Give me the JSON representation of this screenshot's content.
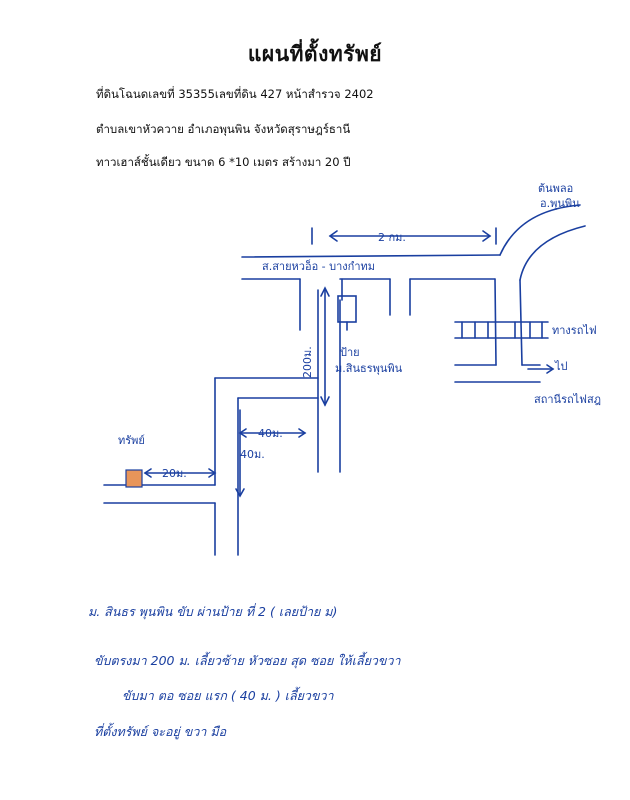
{
  "document": {
    "title": "แผนที่ตั้งทรัพย์",
    "info_lines": [
      "ที่ดินโฉนดเลขที่  35355เลขที่ดิน  427  หน้าสำรวจ  2402",
      "ตำบลเขาหัวควาย  อำเภอพุนพิน   จังหวัดสุราษฎร์ธานี",
      "ทาวเฮาส์ชั้นเดียว ขนาด  6  *10 เมตร  สร้างมา 20 ปี"
    ]
  },
  "map": {
    "labels": {
      "top_right": "ต้นพลอ",
      "top_right_2": "อ.พุนพิน",
      "distance_top": "2 กม.",
      "main_road": "ส.สายหวอ็อ - บางกำทม",
      "distance_vertical": "200ม.",
      "sign": "ป้าย",
      "sign_name": "ม.สินธรพุนพิน",
      "railway": "ทางรถไฟ",
      "direction": "ไป",
      "station": "สถานีรถไฟสฎ",
      "distance_40_h": "40ม.",
      "distance_40_v": "40ม.",
      "property": "ทรัพย์",
      "distance_20": "20ม."
    },
    "colors": {
      "ink": "#1a3fa0",
      "property_fill": "#e8955a"
    }
  },
  "notes": [
    "ม. สินธร พุนพิน   ขับ ผ่านป้าย ที่ 2  ( เลยป้าย ม)",
    "ขับตรงมา  200 ม.  เลี้ยวซ้าย หัวซอย  สุด ซอย ให้เลี้ยวขวา",
    "ขับมา ตอ ซอย แรก   ( 40 ม. )   เลี้ยวขวา",
    "ที่ตั้งทรัพย์ จะอยู่ ขวา มือ"
  ]
}
